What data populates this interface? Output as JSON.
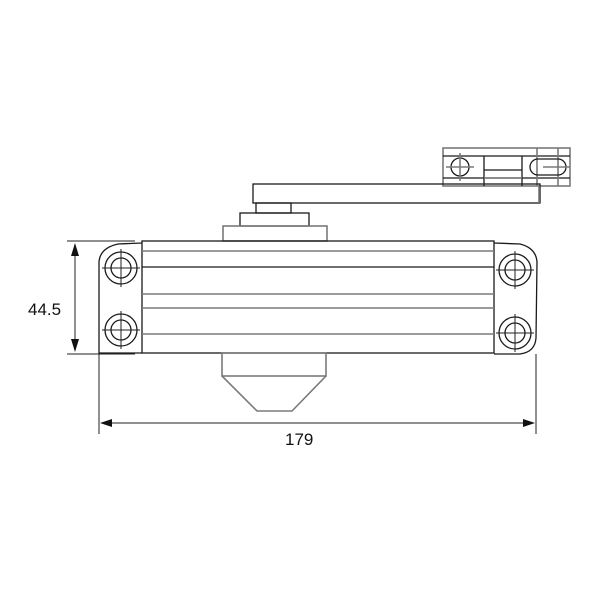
{
  "drawing": {
    "subject": "door closer technical drawing (front view)",
    "dimensions": {
      "height_label": "44.5",
      "width_label": "179"
    },
    "colors": {
      "line_dark": "#1a1a1a",
      "line_gray": "#7a7a7a",
      "background": "#ffffff"
    },
    "components": [
      "closer-body",
      "left-mounting-plate",
      "right-mounting-plate",
      "pinion-shaft",
      "arm",
      "arm-bracket",
      "valve-cap"
    ]
  }
}
